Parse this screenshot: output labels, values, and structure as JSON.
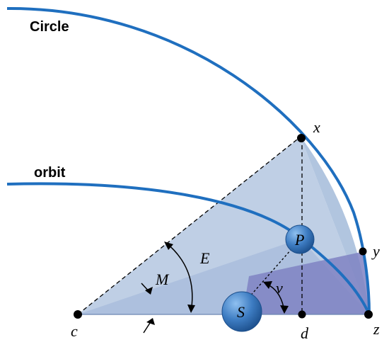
{
  "labels": {
    "circle": "Circle",
    "orbit": "orbit",
    "x": "x",
    "y": "y",
    "z": "z",
    "c": "c",
    "d": "d",
    "P": "P",
    "S": "S",
    "E": "E",
    "M": "M",
    "nu": "ν"
  },
  "colors": {
    "curve": "#1f6fbf",
    "region_light": "#a9bfdc",
    "region_dark": "#8186c4",
    "ball": "#3d7cc2",
    "dash": "#000000",
    "point": "#000000"
  }
}
